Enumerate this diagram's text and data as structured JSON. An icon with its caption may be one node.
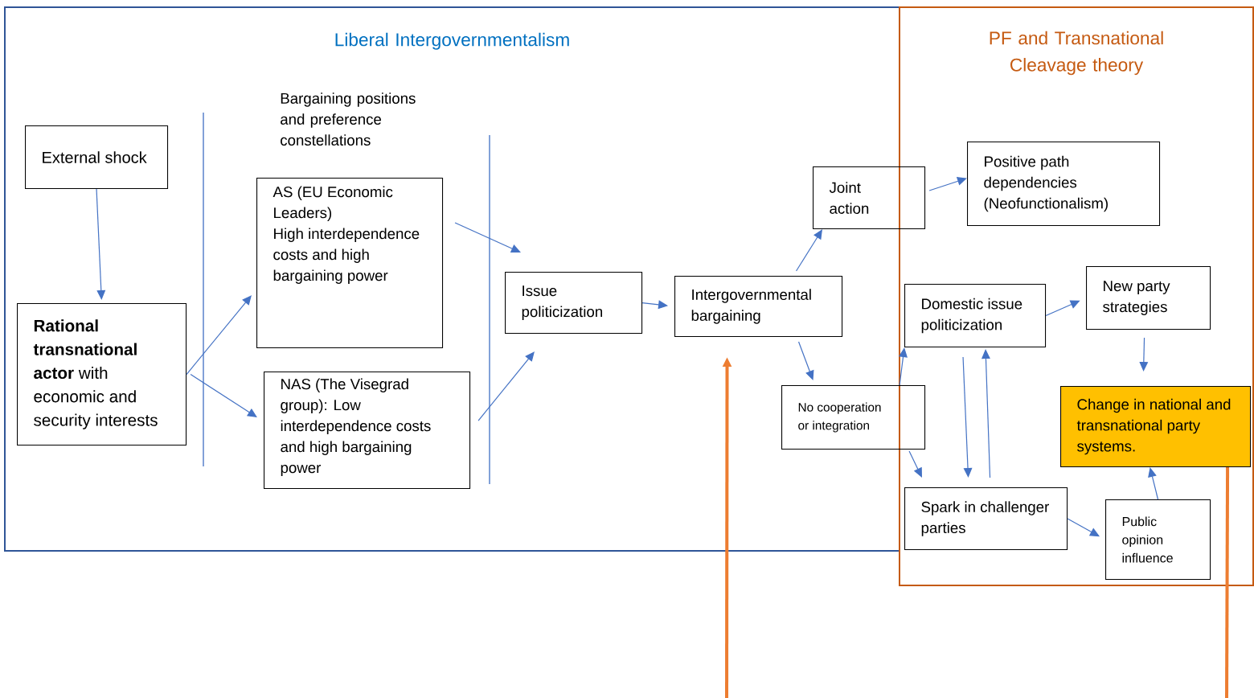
{
  "diagram": {
    "nodes": [
      {
        "text": [
          "Liberal Intergovernmentalism"
        ]
      },
      {
        "text": [
          "PF and Transnational Cleavage theory"
        ]
      },
      {
        "text": [
          "External shock"
        ],
        "in": 0
      },
      {
        "text": [
          "**Rational transnational actor** with economic and security interests"
        ],
        "in": 0
      },
      {
        "text": [
          "AS (EU Economic Leaders)",
          "High interdependence costs and high bargaining power"
        ],
        "in": 0
      },
      {
        "text": [
          "NAS (The Visegrad group): Low interdependence costs and high bargaining power"
        ],
        "in": 0
      },
      {
        "text": [
          "Issue politicization"
        ],
        "in": 0
      },
      {
        "text": [
          "Intergovernmental bargaining"
        ],
        "in": 0
      },
      {
        "text": [
          "Joint action"
        ]
      },
      {
        "text": [
          "No cooperation or integration"
        ]
      },
      {
        "text": [
          "Positive path dependencies (Neofunctionalism)"
        ],
        "in": 1
      },
      {
        "text": [
          "Domestic issue politicization"
        ],
        "in": 1
      },
      {
        "text": [
          "New party strategies"
        ],
        "in": 1
      },
      {
        "text": [
          "Change in national and transnational party systems."
        ],
        "in": 1
      },
      {
        "text": [
          "Spark in challenger parties"
        ],
        "in": 1
      },
      {
        "text": [
          "Public opinion influence"
        ],
        "in": 1
      }
    ],
    "edges": [
      {
        "from": 2,
        "to": 3,
        "arrow": "to"
      },
      {
        "from": 3,
        "to": 4,
        "arrow": "to"
      },
      {
        "from": 3,
        "to": 5,
        "arrow": "to"
      },
      {
        "from": 4,
        "to": 6,
        "arrow": "to"
      },
      {
        "from": 5,
        "to": 6,
        "arrow": "to"
      },
      {
        "from": 6,
        "to": 7,
        "arrow": "to"
      },
      {
        "from": 7,
        "to": 8,
        "arrow": "to"
      },
      {
        "from": 7,
        "to": 9,
        "arrow": "to"
      },
      {
        "from": 8,
        "to": 10,
        "arrow": "to"
      },
      {
        "from": 9,
        "to": 11,
        "arrow": "to"
      },
      {
        "from": 9,
        "to": 14,
        "arrow": "to"
      },
      {
        "from": 11,
        "to": 14,
        "arrow": "to"
      },
      {
        "from": 14,
        "to": 11,
        "arrow": "to"
      },
      {
        "from": 11,
        "to": 12,
        "arrow": "to"
      },
      {
        "from": 12,
        "to": 13,
        "arrow": "to"
      },
      {
        "from": 14,
        "to": 15,
        "arrow": "to"
      },
      {
        "from": 15,
        "to": 13,
        "arrow": "to"
      },
      {
        "from": 13,
        "to": null,
        "arrow": "none",
        "style": "thick",
        "color": "#ed7d31"
      },
      {
        "from": null,
        "to": 7,
        "arrow": "to",
        "style": "thick",
        "color": "#ed7d31"
      }
    ],
    "labels": [
      "Bargaining positions and preference constellations"
    ]
  }
}
